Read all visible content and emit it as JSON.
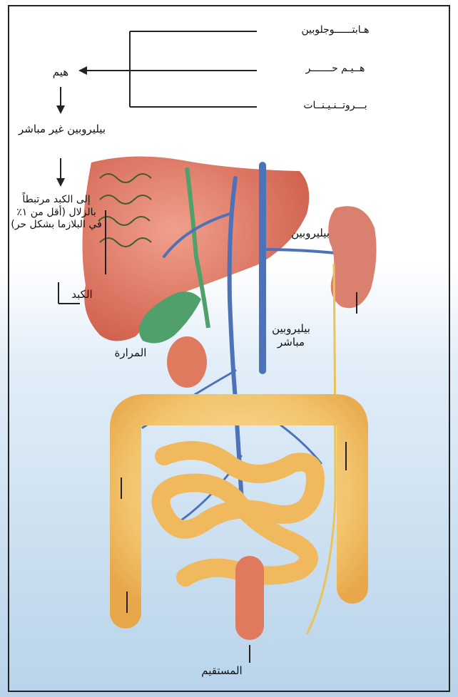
{
  "sources": {
    "haptoglobin": "هـابتــــــوجلوبين",
    "free_heme": "هــيـم حـــــــر",
    "proteins": "بـــروتــنـيـنــات"
  },
  "flow": {
    "heme": "هيم",
    "indirect_bilirubin": "بيليروبين غير مباشر",
    "to_liver": "إلى الكبد مرتبطاً بالزلال (أقل من ١٪ في البلازما بشكل حر)",
    "liver": "الكبد"
  },
  "organs": {
    "kidney_bilirubin": "بيليروبين",
    "direct_bilirubin": "بيليروبين مباشر",
    "gallbladder": "المرارة",
    "rectum": "المستقيم"
  },
  "colors": {
    "background_top": "#ffffff",
    "background_bottom": "#bcd6ec",
    "liver": "#d9705f",
    "gallbladder": "#4fa06a",
    "vein": "#4d72b8",
    "intestine": "#f2c46d",
    "kidney": "#d9806e",
    "line": "#222222"
  }
}
